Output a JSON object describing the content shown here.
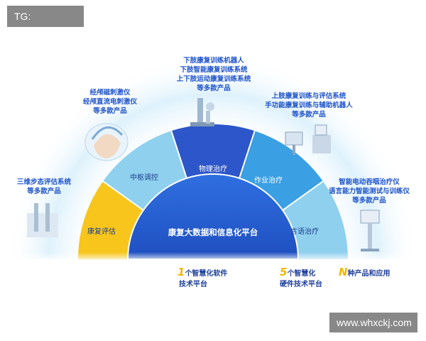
{
  "watermark_top": "TG: MYYJJPP",
  "watermark_bottom": "www.whxckj.com",
  "center_label": "康复大数据和信息化平台",
  "segments": {
    "rehab_assessment": "康复评估",
    "central_regulation": "中枢调控",
    "physical_therapy": "物理治疗",
    "occupational_therapy": "作业治疗",
    "speech_therapy": "言语治疗"
  },
  "captions": {
    "physical_therapy": [
      "下肢康复训练机器人",
      "下肢智能康复训练系统",
      "上下肢运动康复训练系统",
      "等多款产品"
    ],
    "central_regulation": [
      "经颅磁刺激仪",
      "经颅直流电刺激仪",
      "等多款产品"
    ],
    "occupational_therapy": [
      "上肢康复训练与评估系统",
      "手功能康复训练与辅助机器人",
      "等多款产品"
    ],
    "rehab_assessment": [
      "三维步态评估系统",
      "等多款产品"
    ],
    "speech_therapy": [
      "智能电动吞咽治疗仪",
      "语言能力智能测试与训练仪",
      "等多款产品"
    ]
  },
  "footer": {
    "software": {
      "number": "1",
      "line1": "个智慧化软件",
      "line2": "技术平台"
    },
    "hardware": {
      "number": "5",
      "line1": "个智慧化",
      "line2": "硬件技术平台"
    },
    "products": {
      "letter": "N",
      "text": "种产品和应用"
    }
  },
  "colors": {
    "assessment": "#f7c51b",
    "central": "#8fd0ee",
    "physical": "#2c56c9",
    "occupational": "#3a9fe3",
    "speech": "#8fd0ee",
    "inner": "#2a63d4",
    "text_blue": "#1d52c9"
  }
}
